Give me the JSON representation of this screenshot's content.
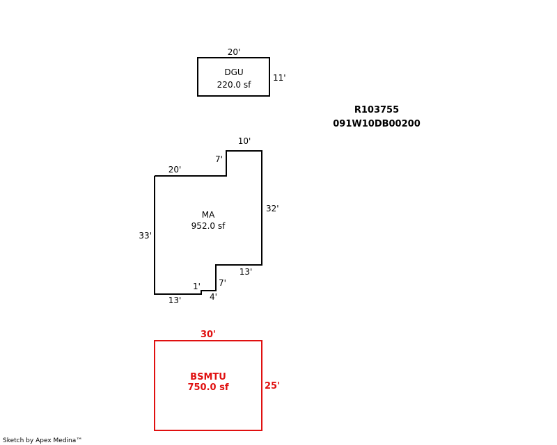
{
  "parcel": {
    "account": "R103755",
    "map_tax_lot": "091W10DB00200"
  },
  "areas": {
    "dgu": {
      "name": "DGU",
      "area": "220.0 sf",
      "dims": {
        "top": "20'",
        "right": "11'"
      }
    },
    "ma": {
      "name": "MA",
      "area": "952.0 sf",
      "dims": {
        "top_right": "10'",
        "notch_left": "7'",
        "top_left": "20'",
        "right": "32'",
        "left": "33'",
        "step_right": "13'",
        "step_vertical": "7'",
        "step_small": "1'",
        "step_bottom": "4'",
        "bottom": "13'"
      }
    },
    "bsmtu": {
      "name": "BSMTU",
      "area": "750.0 sf",
      "dims": {
        "top": "30'",
        "right": "25'"
      },
      "color": "#e01010"
    }
  },
  "footer": {
    "credit": "Sketch by Apex Medina™"
  }
}
